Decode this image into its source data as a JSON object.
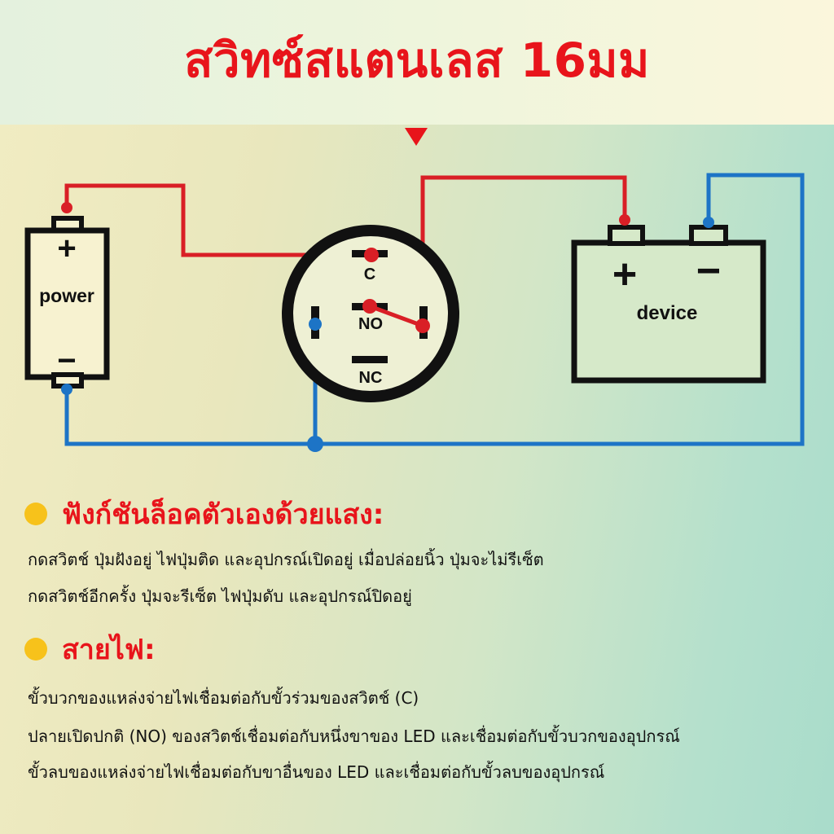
{
  "header": {
    "title": "สวิทซ์สแตนเลส 16มม"
  },
  "diagram": {
    "power_label": "power",
    "power_plus": "+",
    "power_minus": "−",
    "device_label": "device",
    "device_plus": "+",
    "device_minus": "−",
    "switch_c": "C",
    "switch_no": "NO",
    "switch_nc": "NC",
    "wire_positive_color": "#d91f26",
    "wire_negative_color": "#1d74c6"
  },
  "section1": {
    "title": "ฟังก์ชันล็อคตัวเองด้วยแสง:",
    "lines": [
      "กดสวิตช์ ปุ่มฝังอยู่ ไฟปุ่มติด และอุปกรณ์เปิดอยู่ เมื่อปล่อยนิ้ว ปุ่มจะไม่รีเซ็ต",
      "กดสวิตช์อีกครั้ง ปุ่มจะรีเซ็ต ไฟปุ่มดับ และอุปกรณ์ปิดอยู่"
    ]
  },
  "section2": {
    "title": "สายไฟ:",
    "lines": [
      "ขั้วบวกของแหล่งจ่ายไฟเชื่อมต่อกับขั้วร่วมของสวิตช์ (C)",
      "ปลายเปิดปกติ (NO) ของสวิตช์เชื่อมต่อกับหนึ่งขาของ LED และเชื่อมต่อกับขั้วบวกของอุปกรณ์",
      "ขั้วลบของแหล่งจ่ายไฟเชื่อมต่อกับขาอื่นของ LED และเชื่อมต่อกับขั้วลบของอุปกรณ์"
    ]
  }
}
